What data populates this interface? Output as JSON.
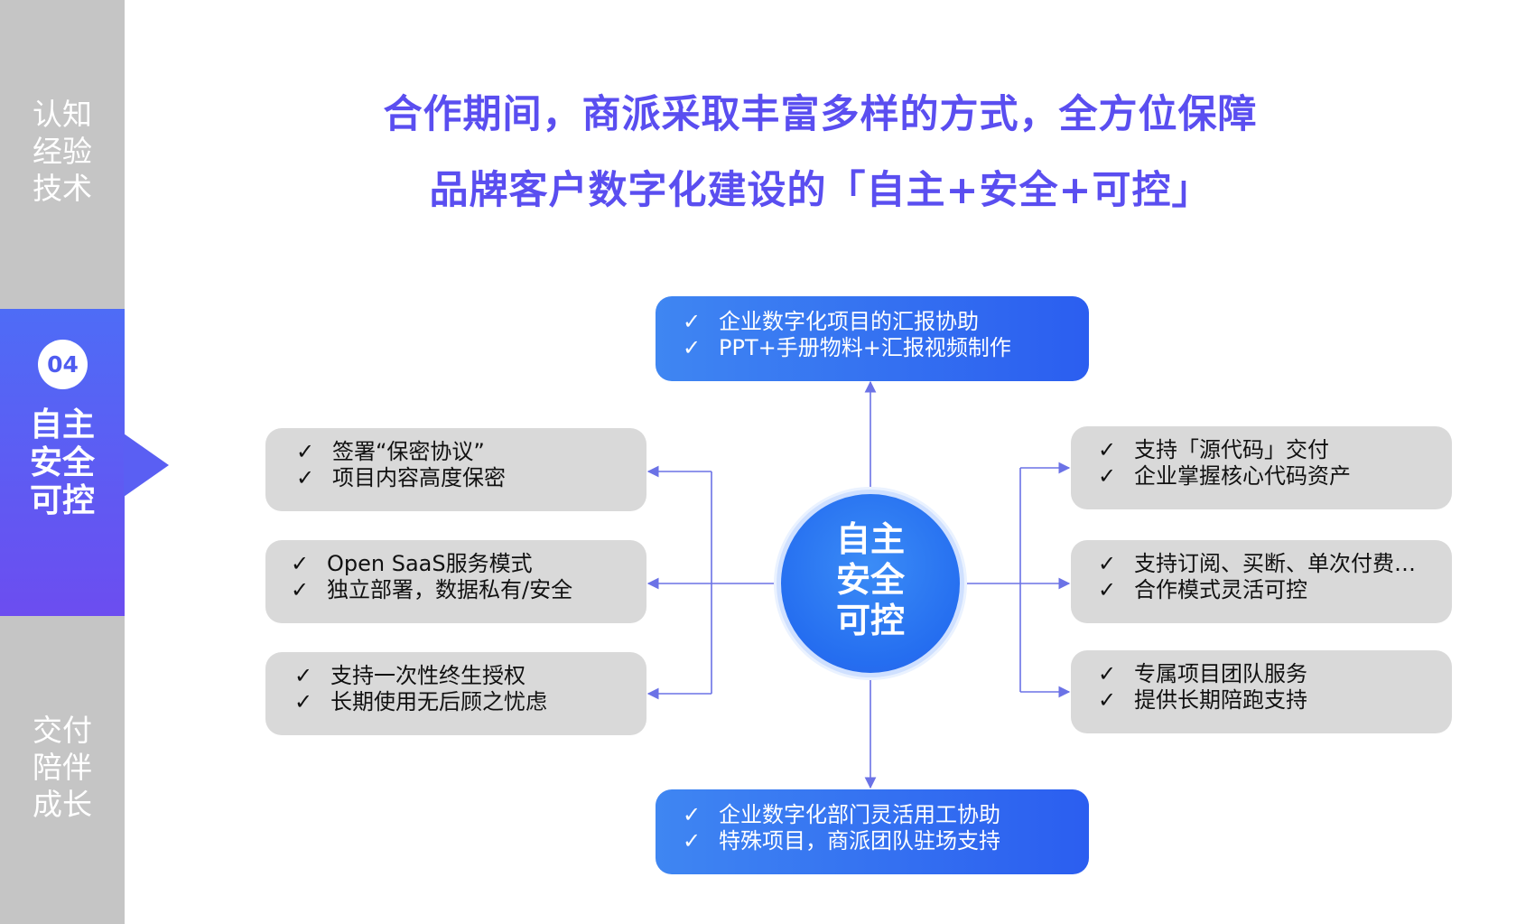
{
  "sidebar": {
    "top_lines": [
      "认知",
      "经验",
      "技术"
    ],
    "active_number": "04",
    "active_lines": [
      "自主",
      "安全",
      "可控"
    ],
    "bottom_lines": [
      "交付",
      "陪伴",
      "成长"
    ]
  },
  "title": {
    "line1": "合作期间，商派采取丰富多样的方式，全方位保障",
    "line2": "品牌客户数字化建设的「自主+安全+可控」"
  },
  "center": {
    "lines": [
      "自主",
      "安全",
      "可控"
    ]
  },
  "check_icon": "✓",
  "boxes": {
    "top": [
      "企业数字化项目的汇报协助",
      "PPT+手册物料+汇报视频制作"
    ],
    "bottom": [
      "企业数字化部门灵活用工协助",
      "特殊项目，商派团队驻场支持"
    ],
    "left1": [
      "签署“保密协议”",
      "项目内容高度保密"
    ],
    "left2": [
      "Open SaaS服务模式",
      "独立部署，数据私有/安全"
    ],
    "left3": [
      "支持一次性终生授权",
      "长期使用无后顾之忧虑"
    ],
    "right1": [
      "支持「源代码」交付",
      "企业掌握核心代码资产"
    ],
    "right2": [
      "支持订阅、买断、单次付费…",
      "合作模式灵活可控"
    ],
    "right3": [
      "专属项目团队服务",
      "提供长期陪跑支持"
    ]
  },
  "colors": {
    "accent_blue": "#2b6cf0",
    "title_purple": "#5a4ef0",
    "connector": "#6b72e6",
    "grey_box": "#d9d9d9",
    "sidebar_grey": "#c5c5c5"
  }
}
